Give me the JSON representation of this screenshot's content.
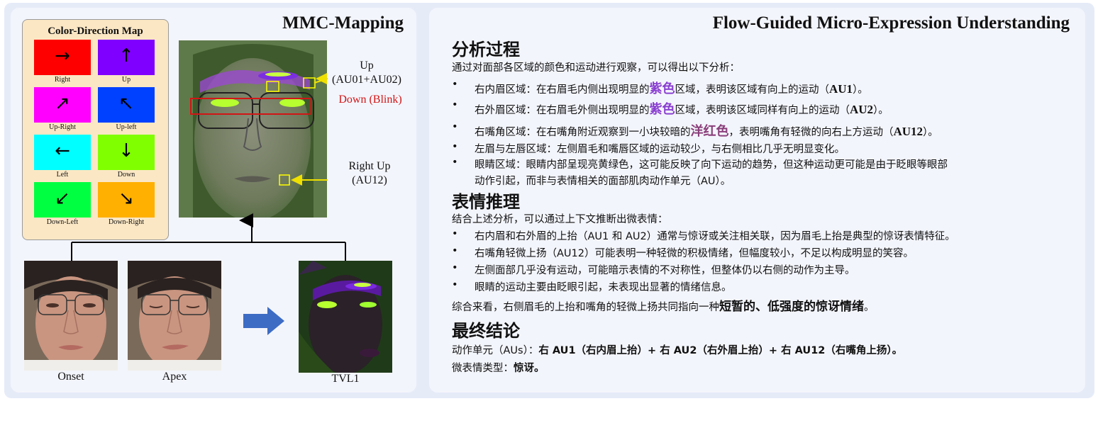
{
  "left_panel": {
    "title": "MMC-Mapping",
    "color_map": {
      "title": "Color-Direction Map",
      "cells": [
        {
          "label": "Right",
          "color": "#ff0000",
          "arrow": "→"
        },
        {
          "label": "Up",
          "color": "#8000ff",
          "arrow": "↑"
        },
        {
          "label": "Up-Right",
          "color": "#ff00ff",
          "arrow": "↗"
        },
        {
          "label": "Up-left",
          "color": "#0040ff",
          "arrow": "↖"
        },
        {
          "label": "Left",
          "color": "#00ffff",
          "arrow": "←"
        },
        {
          "label": "Down",
          "color": "#80ff00",
          "arrow": "↓"
        },
        {
          "label": "Down-Left",
          "color": "#00ff40",
          "arrow": "↙"
        },
        {
          "label": "Down-Right",
          "color": "#ffb000",
          "arrow": "↘"
        }
      ]
    },
    "annotations": {
      "up_line1": "Up",
      "up_line2": "(AU01+AU02)",
      "down": "Down (Blink)",
      "right_up_line1": "Right Up",
      "right_up_line2": "(AU12)"
    },
    "frames": {
      "onset": "Onset",
      "apex": "Apex",
      "tvl1": "TVL1"
    }
  },
  "right_panel": {
    "title": "Flow-Guided Micro-Expression Understanding",
    "analysis": {
      "heading": "分析过程",
      "intro": "通过对面部各区域的颜色和运动进行观察，可以得出以下分析：",
      "b1_pre": "右内眉区域：在右眉毛内侧出现明显的",
      "b1_hl": "紫色",
      "b1_mid": "区域，表明该区域有向上的运动（",
      "b1_au": "AU1",
      "b1_end": "）。",
      "b2_pre": "右外眉区域：在右眉毛外侧出现明显的",
      "b2_hl": "紫色",
      "b2_mid": "区域，表明该区域同样有向上的运动（",
      "b2_au": "AU2",
      "b2_end": "）。",
      "b3_pre": "右嘴角区域：在右嘴角附近观察到一小块较暗的",
      "b3_hl": "洋红色",
      "b3_mid": "，表明嘴角有轻微的向右上方运动（",
      "b3_au": "AU12",
      "b3_end": "）。",
      "b4": "左眉与左唇区域：左侧眉毛和嘴唇区域的运动较少，与右侧相比几乎无明显变化。",
      "b5_line1": "眼睛区域：眼睛内部呈现亮黄绿色，这可能反映了向下运动的趋势，但这种运动更可能是由于眨眼等眼部",
      "b5_line2": "动作引起，而非与表情相关的面部肌肉动作单元（AU）。"
    },
    "reasoning": {
      "heading": "表情推理",
      "intro": "结合上述分析，可以通过上下文推断出微表情：",
      "b1": "右内眉和右外眉的上抬（AU1 和 AU2）通常与惊讶或关注相关联，因为眉毛上抬是典型的惊讶表情特征。",
      "b2": "右嘴角轻微上扬（AU12）可能表明一种轻微的积极情绪，但幅度较小，不足以构成明显的笑容。",
      "b3": "左侧面部几乎没有运动，可能暗示表情的不对称性，但整体仍以右侧的动作为主导。",
      "b4": "眼睛的运动主要由眨眼引起，未表现出显著的情绪信息。",
      "summary_pre": "综合来看，右侧眉毛的上抬和嘴角的轻微上扬共同指向一种",
      "summary_bold": "短暂的、低强度的惊讶情绪",
      "summary_end": "。"
    },
    "conclusion": {
      "heading": "最终结论",
      "line1_label": "动作单元（AUs）：",
      "line1_value": "右 AU1（右内眉上抬）+ 右 AU2（右外眉上抬）+ 右 AU12（右嘴角上扬）。",
      "line2_label": "微表情类型：",
      "line2_value": "惊讶。"
    }
  }
}
